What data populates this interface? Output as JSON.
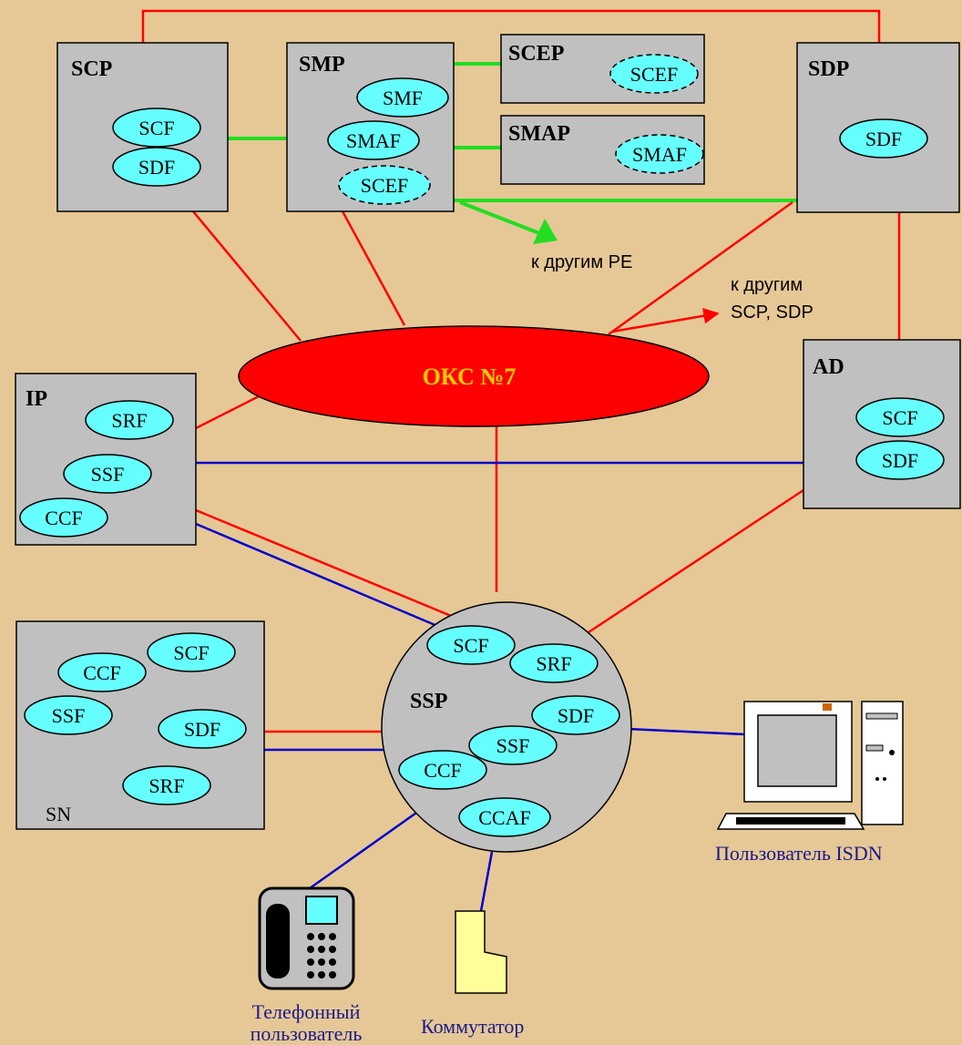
{
  "nodes": {
    "scp": {
      "title": "SCP",
      "functions": [
        "SCF",
        "SDF"
      ]
    },
    "smp": {
      "title": "SMP",
      "functions": [
        "SMF",
        "SMAF",
        "SCEF"
      ]
    },
    "scep": {
      "title": "SCEP",
      "functions": [
        "SCEF"
      ]
    },
    "smap": {
      "title": "SMAP",
      "functions": [
        "SMAF"
      ]
    },
    "sdp": {
      "title": "SDP",
      "functions": [
        "SDF"
      ]
    },
    "ip": {
      "title": "IP",
      "functions": [
        "SRF",
        "SSF",
        "CCF"
      ]
    },
    "ad": {
      "title": "AD",
      "functions": [
        "SCF",
        "SDF"
      ]
    },
    "sn": {
      "title": "SN",
      "functions": [
        "SCF",
        "CCF",
        "SSF",
        "SDF",
        "SRF"
      ]
    },
    "ssp": {
      "title": "SSP",
      "functions": [
        "SCF",
        "SRF",
        "SDF",
        "SSF",
        "CCF",
        "CCAF"
      ]
    }
  },
  "network": {
    "label": "ОКС №7"
  },
  "annotations": {
    "to_other_pe": "к другим РЕ",
    "to_other_scp_line1": "к другим",
    "to_other_scp_line2": "SCP, SDP"
  },
  "terminals": {
    "phone_line1": "Телефонный",
    "phone_line2": "пользователь",
    "switch": "Коммутатор",
    "isdn": "Пользователь ISDN"
  },
  "colors": {
    "background": "#e6c896",
    "node_fill": "#c0c0c0",
    "function_fill": "#66ffff",
    "signaling_link": "#ff0000",
    "transport_link": "#0000cc",
    "management_link": "#22dd22",
    "ss7_fill": "#ff0000",
    "ss7_text": "#ffcc00"
  }
}
